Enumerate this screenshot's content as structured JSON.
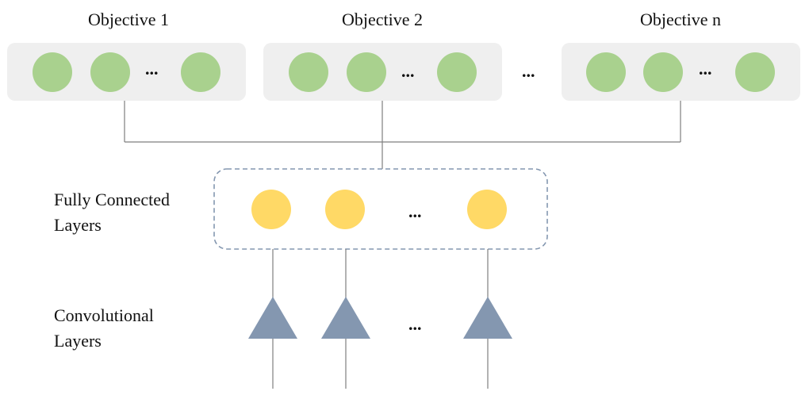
{
  "objectives": [
    {
      "title": "Objective 1",
      "ellipsis": "..."
    },
    {
      "title": "Objective 2",
      "ellipsis": "..."
    },
    {
      "title": "Objective n",
      "ellipsis": "..."
    }
  ],
  "objective_gap_ellipsis": "...",
  "fully_connected": {
    "label_line1": "Fully Connected",
    "label_line2": "Layers",
    "ellipsis": "..."
  },
  "convolutional": {
    "label_line1": "Convolutional",
    "label_line2": "Layers",
    "ellipsis": "..."
  },
  "colors": {
    "panel_fill": "#efefef",
    "objective_node": "#a9d18e",
    "fc_node": "#ffd966",
    "conv_node": "#8497b0",
    "connector": "#7f7f7f",
    "dashed_border": "#8497b0"
  }
}
